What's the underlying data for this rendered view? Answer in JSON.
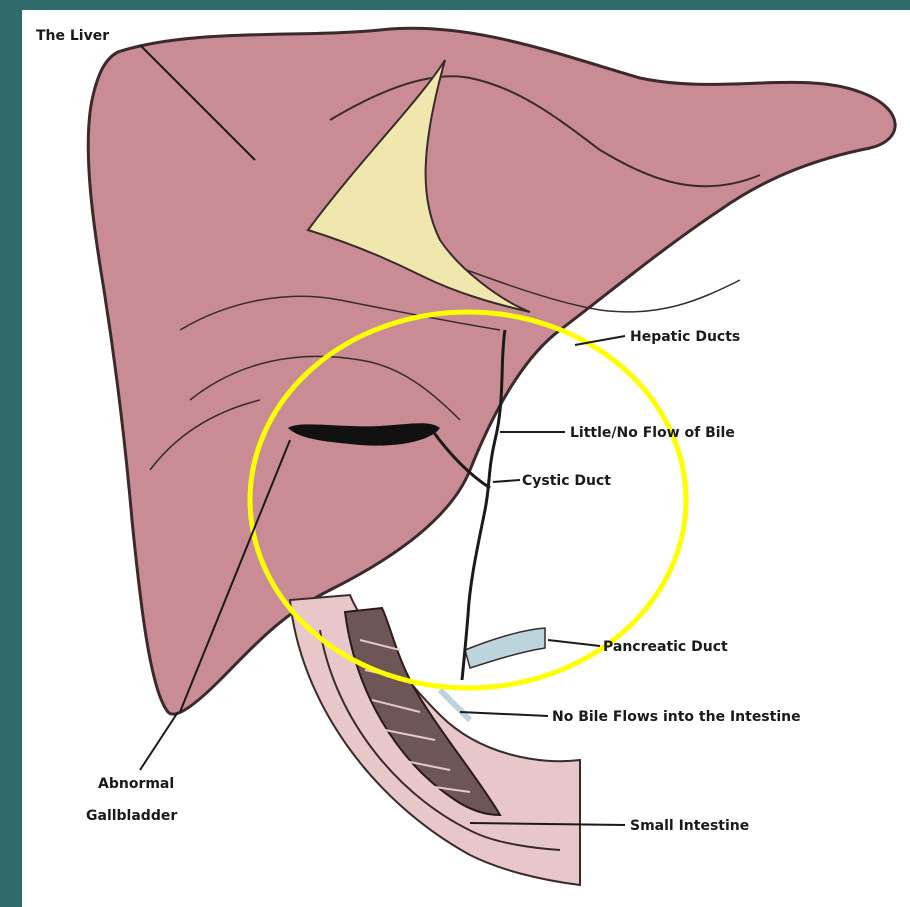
{
  "colors": {
    "background": "#2f6b6b",
    "liver": "#c98b94",
    "liver_outline": "#3a2a2c",
    "ligament": "#efe7ad",
    "gallbladder": "#111111",
    "highlight": "#ffff00",
    "pancreatic_duct": "#bcd4dc",
    "intestine_wall": "#e8c7ca",
    "intestine_lumen": "#6e5656"
  },
  "labels": {
    "liver": "The Liver",
    "hepatic_ducts": "Hepatic Ducts",
    "flow_of_bile": "Little/No Flow of Bile",
    "cystic_duct": "Cystic Duct",
    "pancreatic_duct": "Pancreatic Duct",
    "no_bile_flow": "No Bile Flows into the Intestine",
    "small_intestine": "Small Intestine",
    "gallbladder_line1": "Abnormal",
    "gallbladder_line2": "Gallbladder"
  }
}
